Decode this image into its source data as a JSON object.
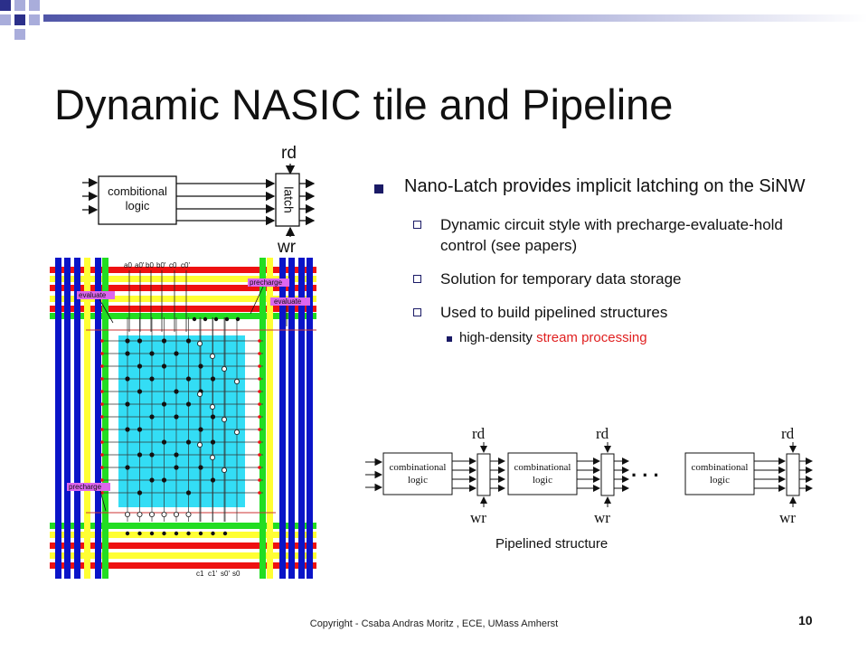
{
  "slide": {
    "title": "Dynamic NASIC tile and Pipeline",
    "bullets": {
      "main": "Nano-Latch provides implicit latching on the SiNW",
      "sub": [
        "Dynamic circuit style with precharge-evaluate-hold control (see papers)",
        "Solution for temporary data storage",
        "Used to build pipelined structures"
      ],
      "subsub_plain": "high-density ",
      "subsub_highlight": "stream processing"
    },
    "top_diagram": {
      "block_line1": "combitional",
      "block_line2": "logic",
      "latch": "latch",
      "rd": "rd",
      "wr": "wr"
    },
    "tile": {
      "top_inputs": [
        "a0",
        "a0'",
        "b0",
        "b0'",
        "c0",
        "c0'"
      ],
      "bottom_outputs": [
        "c1",
        "c1'",
        "s0'",
        "s0"
      ],
      "labels": {
        "evaluate_left": "evaluate",
        "precharge_right": "precharge",
        "evaluate_right": "evaluate",
        "precharge_left": "precharge"
      }
    },
    "pipeline": {
      "stage_line1": "combinational",
      "stage_line2": "logic",
      "rd": "rd",
      "wr": "wr",
      "dots": ". . .",
      "caption": "Pipelined structure"
    },
    "footer": "Copyright - Csaba Andras Moritz , ECE, UMass Amherst",
    "page_number": "10"
  },
  "colors": {
    "accent_square_dark": "#2b2f8a",
    "accent_square_light": "#a9addb",
    "bar_gradient_start": "#5056a8",
    "wire_blue": "#0a14c8",
    "wire_yellow": "#ffff33",
    "wire_red": "#ee1111",
    "wire_green": "#22dd22",
    "tile_fill": "#33ddf5",
    "label_magenta": "#dd66ee",
    "highlight_text": "#e02020"
  }
}
